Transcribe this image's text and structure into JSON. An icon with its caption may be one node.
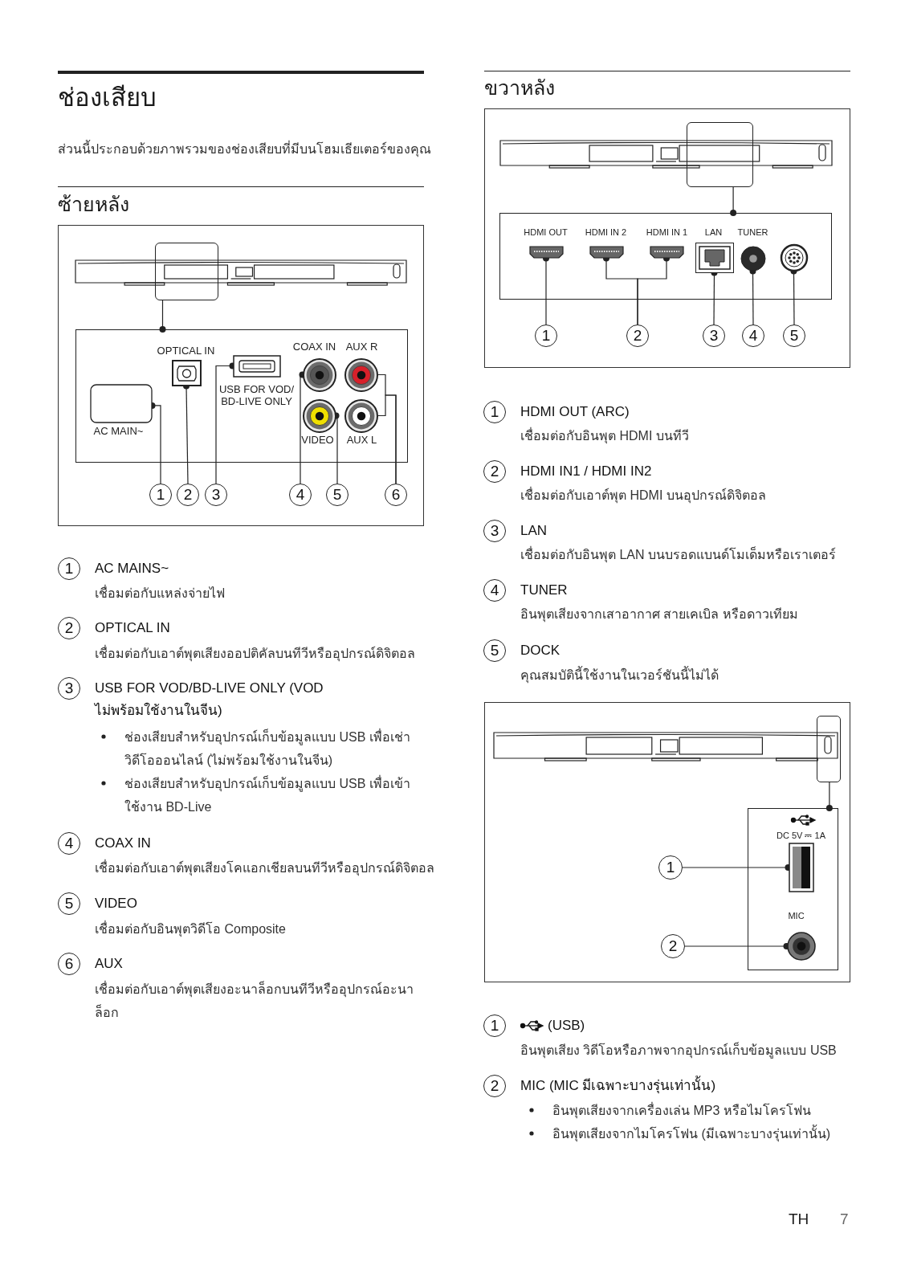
{
  "diagram": {
    "title": "ช่องเสียบ",
    "nodes": [
      {
        "text": [],
        "shape": "picture"
      },
      {
        "text": [],
        "shape": "box"
      },
      {
        "text": [],
        "shape": "box"
      },
      {
        "text": [
          "AC MAIN~"
        ],
        "in": 2
      },
      {
        "text": [
          "OPTICAL IN"
        ],
        "in": 2
      },
      {
        "text": [
          "USB FOR VOD/ BD-LIVE ONLY"
        ],
        "in": 2
      },
      {
        "text": [
          "COAX IN"
        ],
        "in": 2
      },
      {
        "text": [
          "AUX R"
        ],
        "in": 2
      },
      {
        "text": [
          "VIDEO"
        ],
        "in": 2
      },
      {
        "text": [
          "AUX L"
        ],
        "in": 2
      },
      {
        "text": [
          "1"
        ]
      },
      {
        "text": [
          "2"
        ]
      },
      {
        "text": [
          "3"
        ]
      },
      {
        "text": [
          "4"
        ]
      },
      {
        "text": [
          "5"
        ]
      },
      {
        "text": [
          "6"
        ]
      },
      {
        "text": [],
        "shape": "picture"
      },
      {
        "text": [],
        "shape": "box"
      },
      {
        "text": [],
        "shape": "box"
      },
      {
        "text": [
          "HDMI OUT"
        ],
        "in": 18
      },
      {
        "text": [
          "HDMI IN 2"
        ],
        "in": 18
      },
      {
        "text": [
          "HDMI IN 1"
        ],
        "in": 18
      },
      {
        "text": [
          "LAN"
        ],
        "in": 18
      },
      {
        "text": [
          "TUNER"
        ],
        "in": 18
      },
      {
        "text": [],
        "shape": "circle",
        "in": 18
      },
      {
        "text": [
          "1"
        ]
      },
      {
        "text": [
          "2"
        ]
      },
      {
        "text": [
          "3"
        ]
      },
      {
        "text": [
          "4"
        ]
      },
      {
        "text": [
          "5"
        ]
      },
      {
        "text": [],
        "shape": "picture"
      },
      {
        "text": [],
        "shape": "box"
      },
      {
        "text": [],
        "shape": "box"
      },
      {
        "text": [
          "DC 5V ⎓ 1A"
        ],
        "in": 32
      },
      {
        "text": [
          "MIC"
        ],
        "in": 32
      },
      {
        "text": [
          "1"
        ]
      },
      {
        "text": [
          "2"
        ]
      },
      {
        "text": [
          "1"
        ],
        "beside": [
          "AC MAINS~",
          "เชื่อมต่อกับแหล่งจ่ายไฟ"
        ]
      },
      {
        "text": [
          "2"
        ],
        "beside": [
          "OPTICAL IN",
          "เชื่อมต่อกับเอาต์พุตเสียงออปติคัลบนทีวีหรืออุปกรณ์ดิจิตอล"
        ]
      },
      {
        "text": [
          "3"
        ],
        "beside": [
          "USB FOR VOD/BD-LIVE ONLY (VOD ไม่พร้อมใช้งานในจีน)",
          "ช่องเสียบสำหรับอุปกรณ์เก็บข้อมูลแบบ USB เพื่อเช่าวิดีโอออนไลน์ (ไม่พร้อมใช้งานในจีน)",
          "ช่องเสียบสำหรับอุปกรณ์เก็บข้อมูลแบบ USB เพื่อเข้าใช้งาน BD-Live"
        ]
      },
      {
        "text": [
          "4"
        ],
        "beside": [
          "COAX IN",
          "เชื่อมต่อกับเอาต์พุตเสียงโคแอกเชียลบนทีวีหรืออุปกรณ์ดิจิตอล"
        ]
      },
      {
        "text": [
          "5"
        ],
        "beside": [
          "VIDEO",
          "เชื่อมต่อกับอินพุตวิดีโอ Composite"
        ]
      },
      {
        "text": [
          "6"
        ],
        "beside": [
          "AUX",
          "เชื่อมต่อกับเอาต์พุตเสียงอะนาล็อกบนทีวีหรืออุปกรณ์อะนาล็อก"
        ]
      },
      {
        "text": [
          "1"
        ],
        "beside": [
          "HDMI OUT (ARC)",
          "เชื่อมต่อกับอินพุต HDMI บนทีวี"
        ]
      },
      {
        "text": [
          "2"
        ],
        "beside": [
          "HDMI IN1 / HDMI IN2",
          "เชื่อมต่อกับเอาต์พุต HDMI บนอุปกรณ์ดิจิตอล"
        ]
      },
      {
        "text": [
          "3"
        ],
        "beside": [
          "LAN",
          "เชื่อมต่อกับอินพุต LAN บนบรอดแบนด์โมเด็มหรือเราเตอร์"
        ]
      },
      {
        "text": [
          "4"
        ],
        "beside": [
          "TUNER",
          "อินพุตเสียงจากเสาอากาศ สายเคเบิล หรือดาวเทียม"
        ]
      },
      {
        "text": [
          "5"
        ],
        "beside": [
          "DOCK",
          "คุณสมบัตินี้ใช้งานในเวอร์ชันนี้ไม่ได้"
        ]
      },
      {
        "text": [
          "1"
        ],
        "beside": [
          "(USB)",
          "อินพุตเสียง วิดีโอหรือภาพจากอุปกรณ์เก็บข้อมูลแบบ USB"
        ]
      },
      {
        "text": [
          "2"
        ],
        "beside": [
          "MIC (MIC มีเฉพาะบางรุ่นเท่านั้น)",
          "อินพุตเสียงจากเครื่องเล่น MP3 หรือไมโครโฟน",
          "อินพุตเสียงจากไมโครโฟน (มีเฉพาะบางรุ่นเท่านั้น)"
        ]
      }
    ],
    "edges": [
      {
        "from": 1,
        "to": 2,
        "arrow": "other"
      },
      {
        "from": 10,
        "to": 3,
        "arrow": "other"
      },
      {
        "from": 11,
        "to": 4,
        "arrow": "other"
      },
      {
        "from": 12,
        "to": 5,
        "arrow": "other"
      },
      {
        "from": 13,
        "to": 6,
        "arrow": "other"
      },
      {
        "from": 14,
        "to": 8,
        "arrow": "other"
      },
      {
        "from": 15,
        "to": 7,
        "arrow": "none"
      },
      {
        "from": 15,
        "to": 9,
        "arrow": "none"
      },
      {
        "from": 17,
        "to": 18,
        "arrow": "other"
      },
      {
        "from": 25,
        "to": 19,
        "arrow": "other"
      },
      {
        "from": 26,
        "to": 20,
        "arrow": "other"
      },
      {
        "from": 26,
        "to": 21,
        "arrow": "other"
      },
      {
        "from": 27,
        "to": 22,
        "arrow": "other"
      },
      {
        "from": 28,
        "to": 23,
        "arrow": "other"
      },
      {
        "from": 29,
        "to": 24,
        "arrow": "other"
      },
      {
        "from": 31,
        "to": 32,
        "arrow": "other"
      },
      {
        "from": 35,
        "to": 33,
        "arrow": "other"
      },
      {
        "from": 36,
        "to": 34,
        "arrow": "other"
      }
    ],
    "labels": [
      "ส่วนนี้ประกอบด้วยภาพรวมของช่องเสียบที่มีบนโฮมเธียเตอร์ของคุณ",
      "ซ้ายหลัง",
      "ขวาหลัง",
      "TH",
      "7"
    ]
  }
}
